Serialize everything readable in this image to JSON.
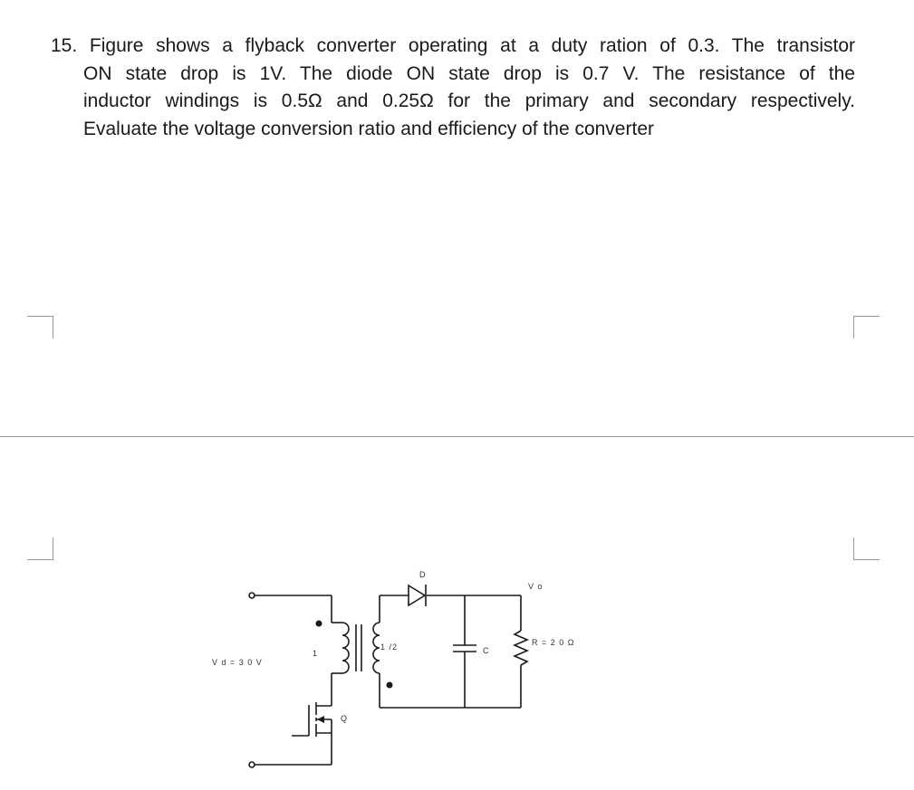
{
  "question": {
    "number": "15.",
    "lines": [
      "Figure shows a flyback converter operating at a duty ration of 0.3. The transistor",
      "ON state drop is 1V. The diode ON state drop is 0.7 V. The resistance of the",
      "inductor windings is 0.5Ω and 0.25Ω for the primary and secondary respectively.",
      "Evaluate the voltage conversion ratio and efficiency of the converter"
    ]
  },
  "circuit": {
    "source_label": "V d = 3 0 V",
    "primary_turns_label": "1",
    "secondary_turns_label": "1 /2",
    "diode_label": "D",
    "capacitor_label": "C",
    "output_label": "V o",
    "resistor_label": "R = 2 0 Ω",
    "transistor_label": "Q"
  }
}
